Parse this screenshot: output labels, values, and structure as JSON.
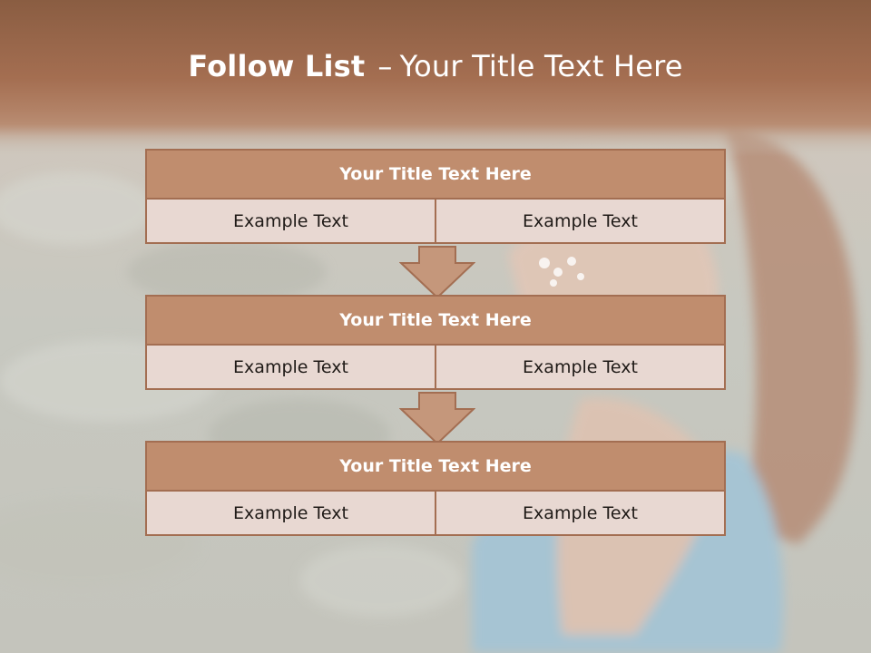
{
  "title": {
    "bold": "Follow List",
    "rest": "Your Title Text Here",
    "dash": "–"
  },
  "blocks": [
    {
      "title": "Your Title Text Here",
      "cells": [
        "Example Text",
        "Example Text"
      ]
    },
    {
      "title": "Your Title Text Here",
      "cells": [
        "Example Text",
        "Example Text"
      ]
    },
    {
      "title": "Your Title Text Here",
      "cells": [
        "Example Text",
        "Example Text"
      ]
    }
  ],
  "colors": {
    "header_band": "#8a5d42",
    "box_header": "#c08d6e",
    "box_border": "#a36e52",
    "cell_bg": "#e8d8d2",
    "arrow_fill": "#c5977b"
  }
}
